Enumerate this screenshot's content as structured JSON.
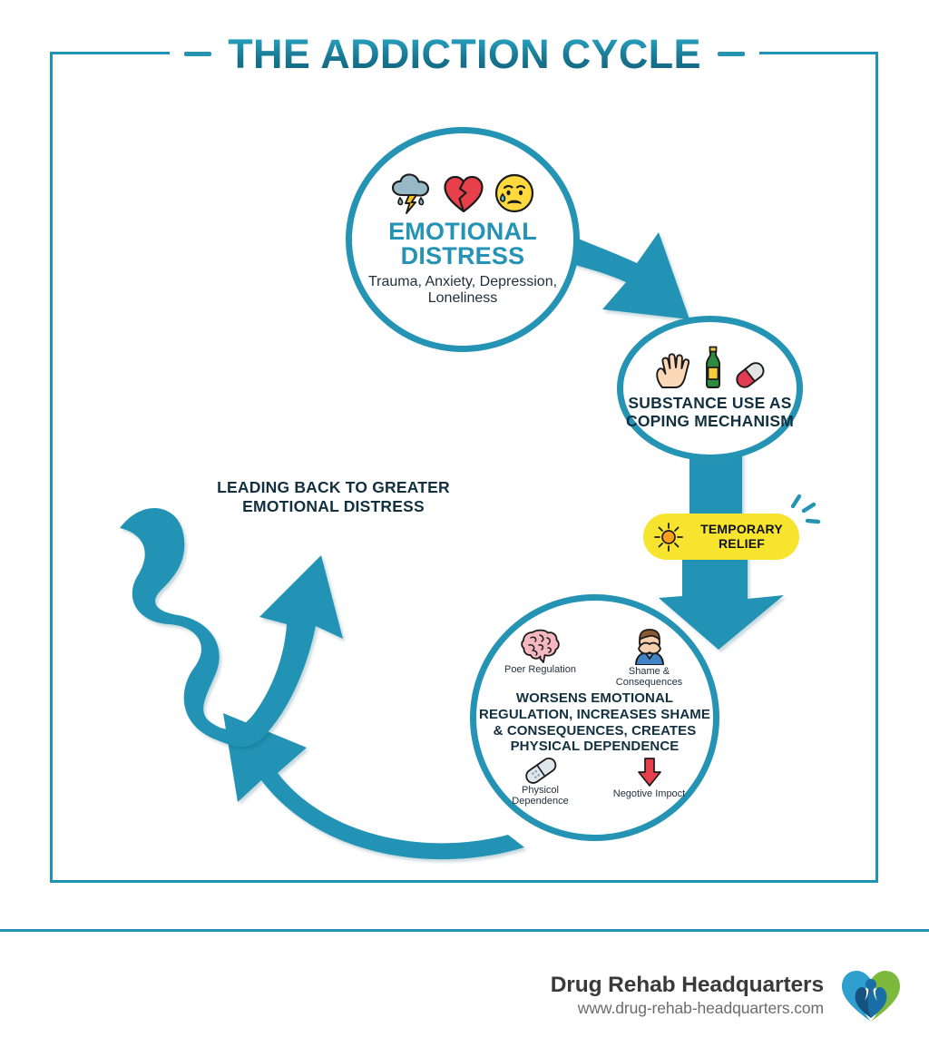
{
  "title": {
    "text": "THE ADDICTION CYCLE",
    "accent_color": "#2493b4"
  },
  "nodes": {
    "emotional_distress": {
      "heading": "EMOTIONAL DISTRESS",
      "subtitle": "Trauma, Anxiety, Depression, Loneliness",
      "icons": [
        "storm-cloud-icon",
        "broken-heart-icon",
        "crying-face-icon"
      ]
    },
    "substance_use": {
      "heading": "SUBSTANCE USE AS COPING MECHANISM",
      "icons": [
        "hand-icon",
        "bottle-icon",
        "pill-icon"
      ]
    },
    "worsening": {
      "heading": "WORSENS EMOTIONAL REGULATION, INCREASES SHAME & CONSEQUENCES, CREATES PHYSICAL DEPENDENCE",
      "top_items": [
        {
          "icon": "brain-icon",
          "label": "Poer Regulation"
        },
        {
          "icon": "facepalm-person-icon",
          "label": "Shame & Consequences"
        }
      ],
      "bottom_items": [
        {
          "icon": "bandage-pill-icon",
          "label": "Physicol Dependence"
        },
        {
          "icon": "down-arrow-icon",
          "label": "Negotive Impoct"
        }
      ]
    }
  },
  "relief_badge": {
    "label": "TEMPORARY RELIEF",
    "icon": "sun-icon",
    "background_color": "#f7e42e"
  },
  "loop_caption": "LEADING BACK TO GREATER EMOTIONAL DISTRESS",
  "footer": {
    "brand": "Drug Rehab Headquarters",
    "website": "www.drug-rehab-headquarters.com",
    "logo": "heart-people-logo"
  },
  "chart_data": {
    "type": "diagram",
    "title": "THE ADDICTION CYCLE",
    "cycle_steps": [
      "EMOTIONAL DISTRESS",
      "SUBSTANCE USE AS COPING MECHANISM",
      "TEMPORARY RELIEF",
      "WORSENS EMOTIONAL REGULATION, INCREASES SHAME & CONSEQUENCES, CREATES PHYSICAL DEPENDENCE",
      "LEADING BACK TO GREATER EMOTIONAL DISTRESS"
    ]
  }
}
